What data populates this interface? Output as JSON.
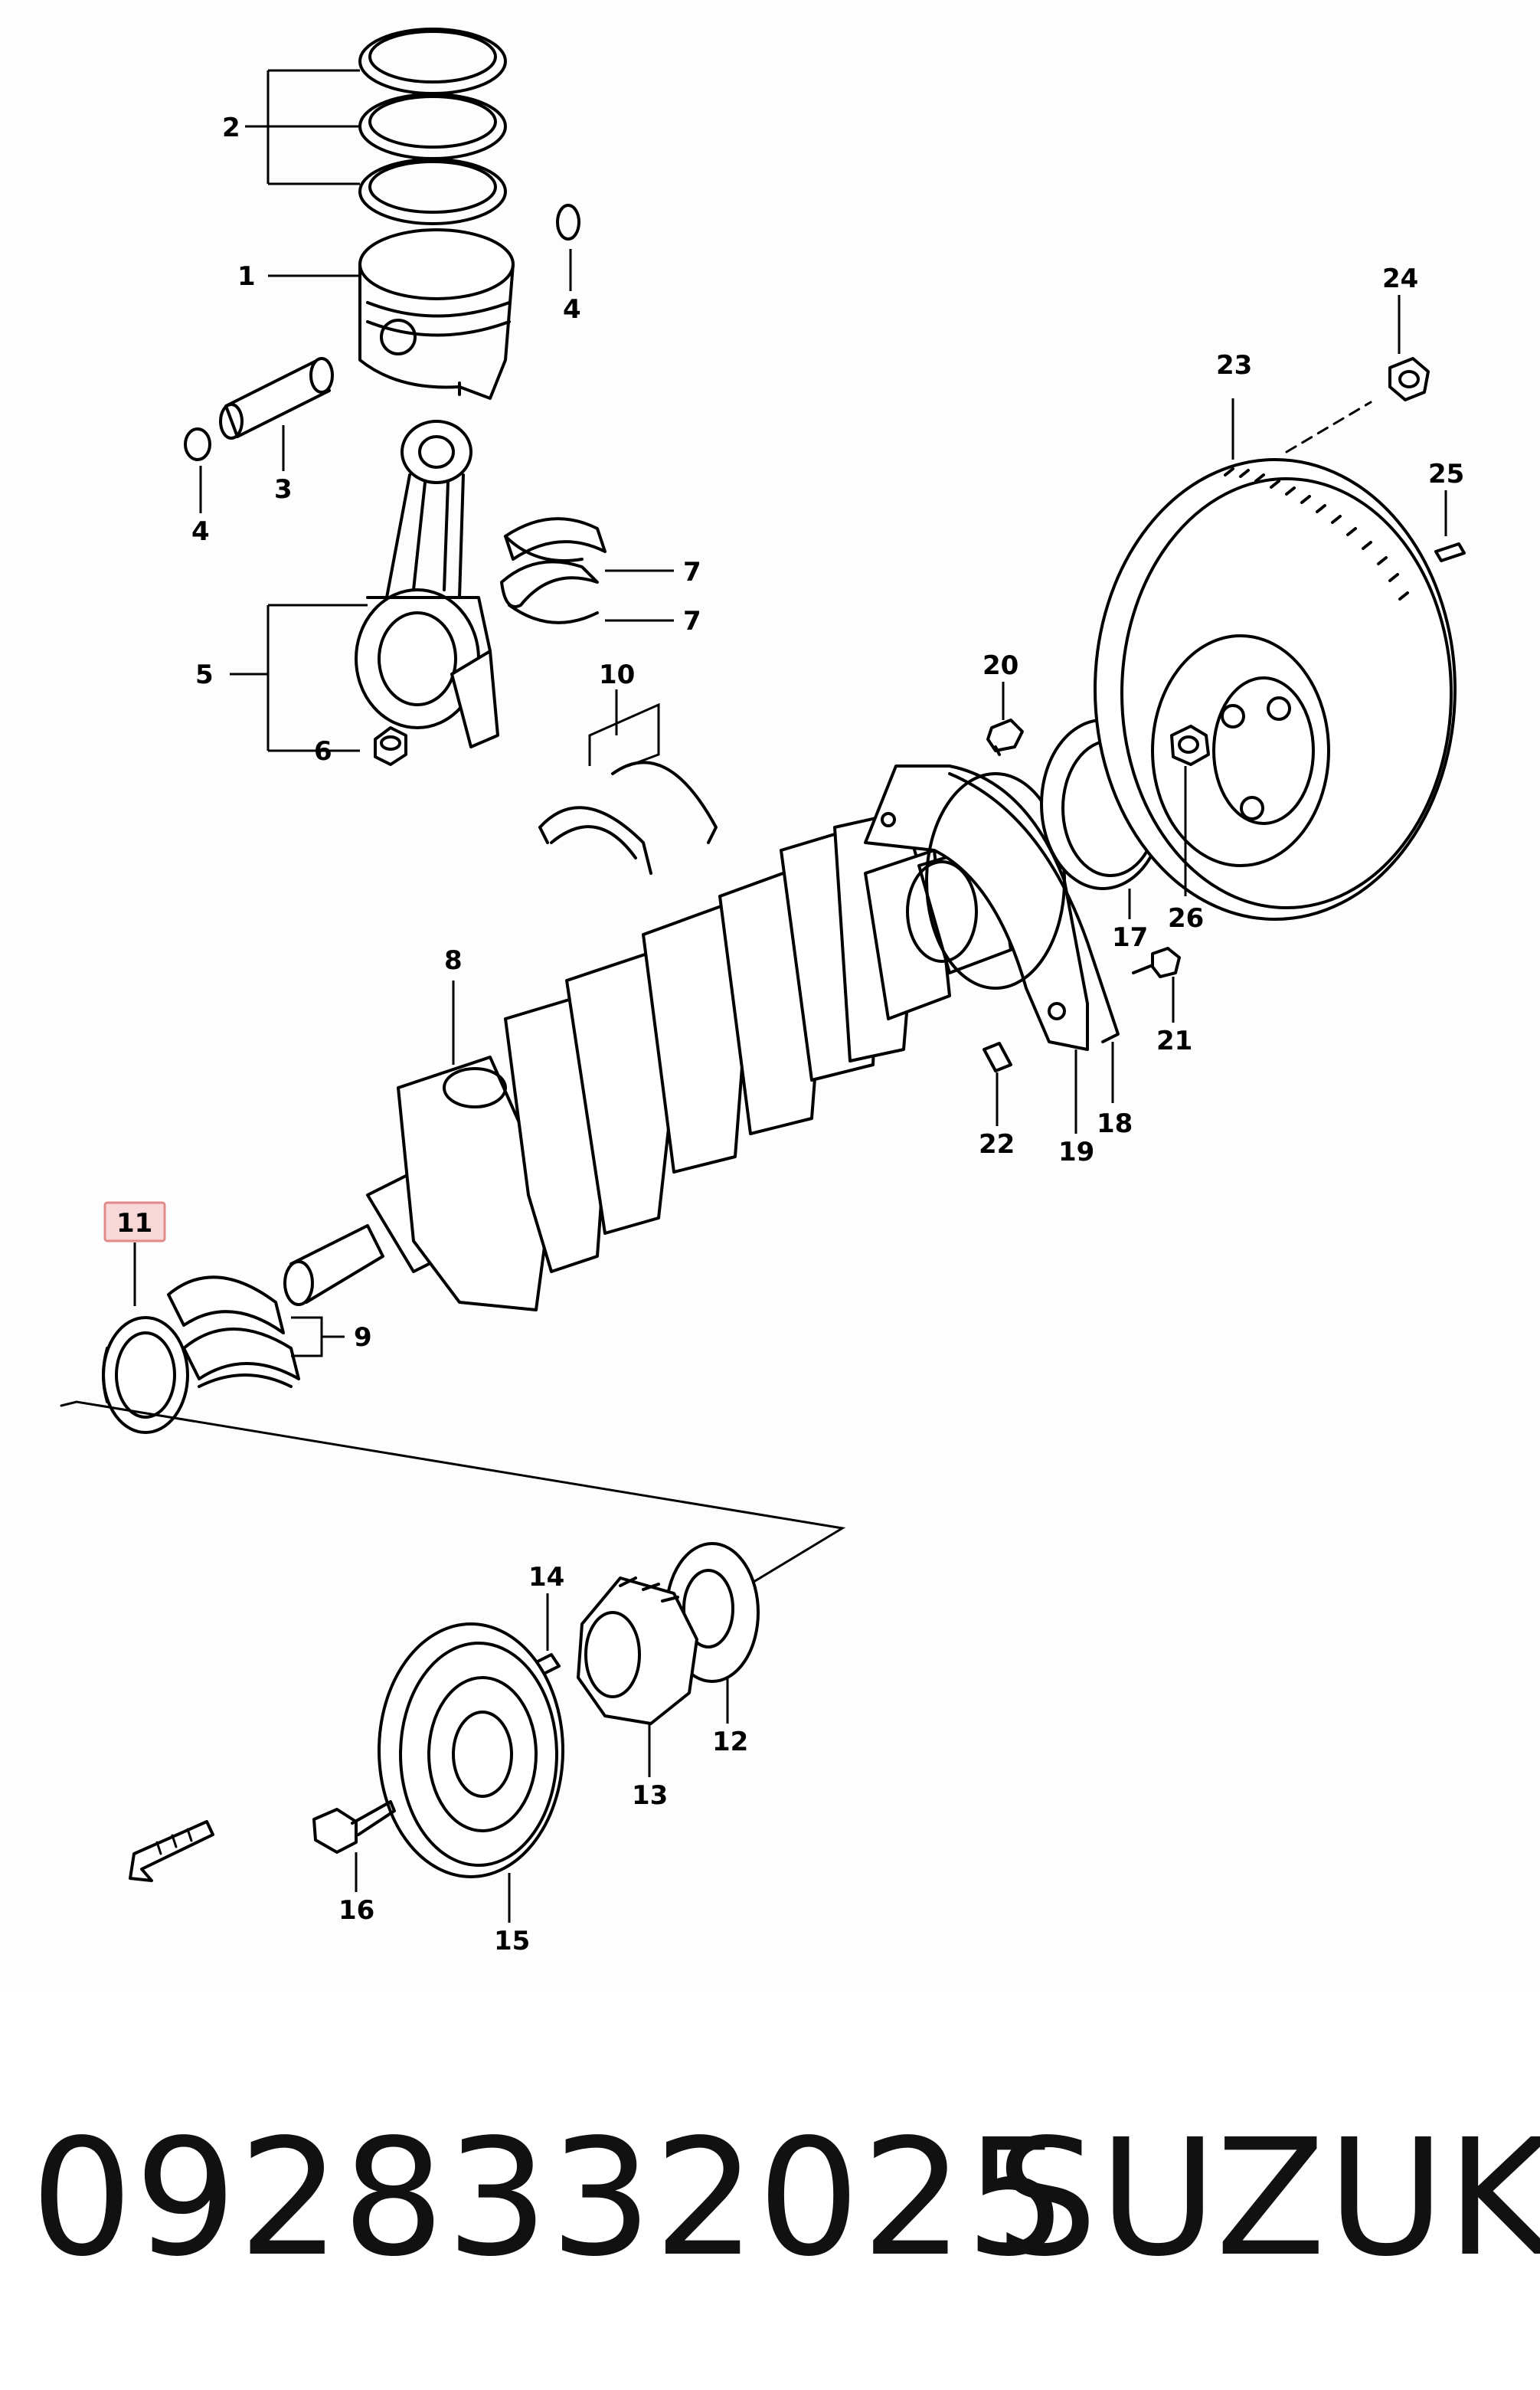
{
  "diagram": {
    "callouts": {
      "c1": "1",
      "c2": "2",
      "c3": "3",
      "c4a": "4",
      "c4b": "4",
      "c5": "5",
      "c6": "6",
      "c7a": "7",
      "c7b": "7",
      "c8": "8",
      "c9": "9",
      "c10": "10",
      "c11": "11",
      "c12": "12",
      "c13": "13",
      "c14": "14",
      "c15": "15",
      "c16": "16",
      "c17": "17",
      "c18": "18",
      "c19": "19",
      "c20": "20",
      "c21": "21",
      "c22": "22",
      "c23": "23",
      "c24": "24",
      "c25": "25",
      "c26": "26"
    },
    "highlighted_callout": "11",
    "highlight_color": "#f7d7d7"
  },
  "footer": {
    "part_number": "0928332025",
    "brand": "SUZUKI"
  }
}
